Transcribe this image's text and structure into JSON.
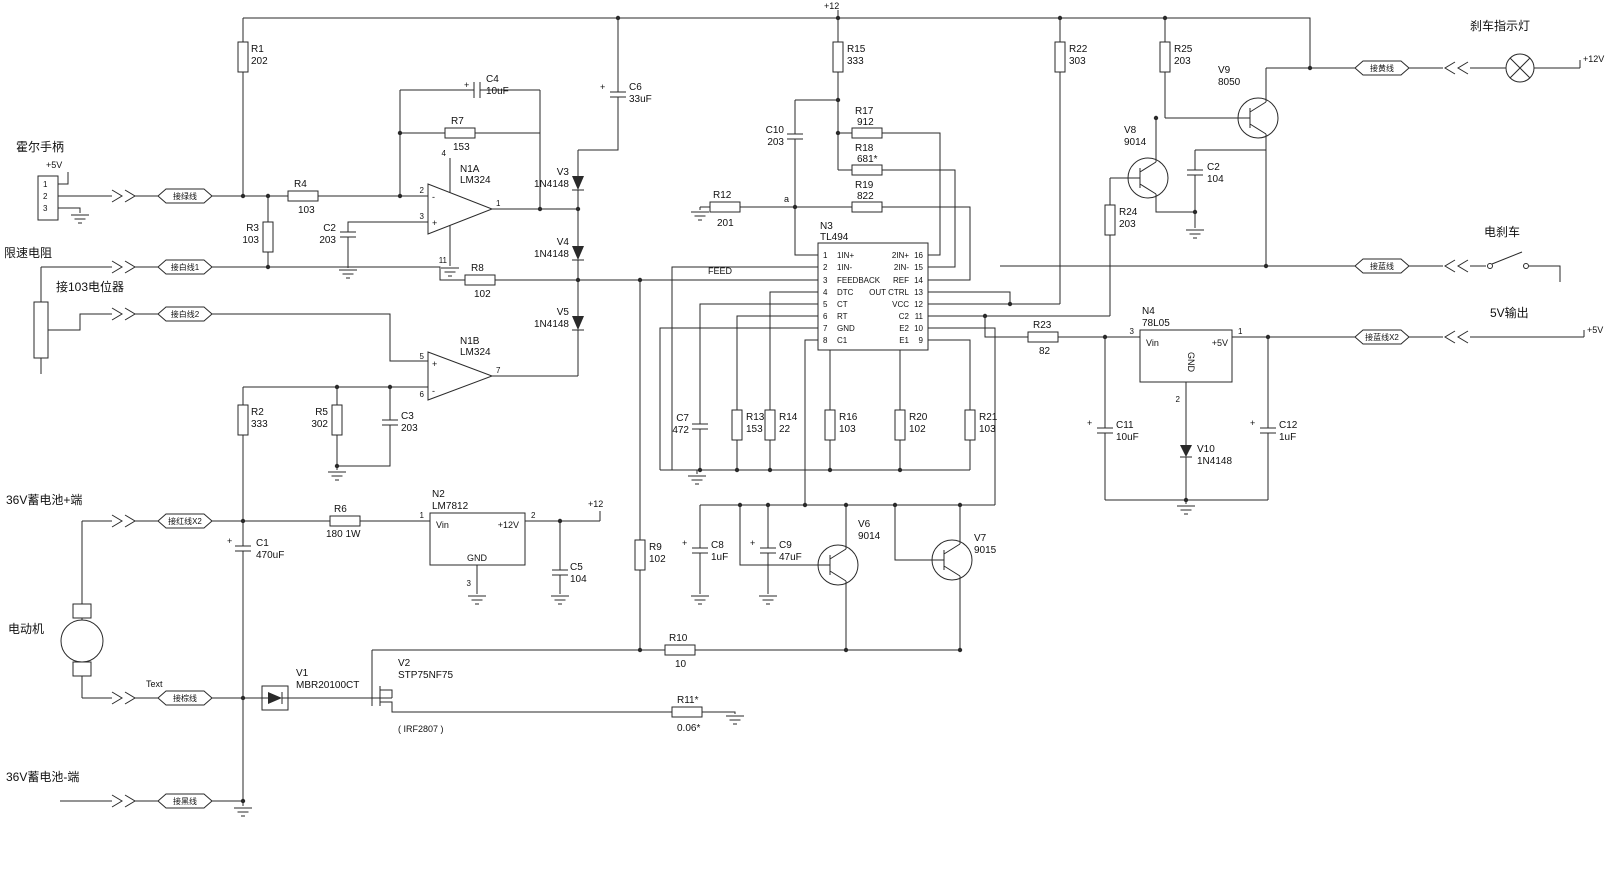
{
  "symbols": {
    "plus": "+",
    "minus": "-"
  },
  "rails": {
    "v12_top": "+12",
    "v12_mid": "+12",
    "v5_hall": "+5V",
    "v12_lamp": "+12V",
    "v5_out_rail": "+5V"
  },
  "net_labels": {
    "feed": "FEED",
    "a": "a",
    "note": "Text",
    "irf": "( IRF2807 )"
  },
  "terminals": {
    "hall": {
      "label": "霍尔手柄",
      "tag": "接绿线"
    },
    "limit": {
      "label": "限速电阻",
      "tag": "接白线1"
    },
    "pot": {
      "label": "接103电位器",
      "tag": "接白线2"
    },
    "bat_plus": {
      "label": "36V蓄电池+端",
      "tag": "接红线X2"
    },
    "motor": {
      "label": "电动机",
      "tag": "接棕线"
    },
    "bat_minus": {
      "label": "36V蓄电池-端",
      "tag": "接黑线"
    },
    "brake_lamp": {
      "label": "刹车指示灯",
      "tag": "接黄线"
    },
    "e_brake": {
      "label": "电刹车",
      "tag": "接蓝线"
    },
    "out5v": {
      "label": "5V输出",
      "tag": "接蓝线X2"
    }
  },
  "connector": {
    "pins": [
      "1",
      "2",
      "3"
    ]
  },
  "resistors": {
    "R1": {
      "ref": "R1",
      "val": "202"
    },
    "R2": {
      "ref": "R2",
      "val": "333"
    },
    "R3": {
      "ref": "R3",
      "val": "103"
    },
    "R4": {
      "ref": "R4",
      "val": "103"
    },
    "R5": {
      "ref": "R5",
      "val": "302"
    },
    "R6": {
      "ref": "R6",
      "val": "180 1W"
    },
    "R7": {
      "ref": "R7",
      "val": "153"
    },
    "R8": {
      "ref": "R8",
      "val": "102"
    },
    "R9": {
      "ref": "R9",
      "val": "102"
    },
    "R10": {
      "ref": "R10",
      "val": "10"
    },
    "R11": {
      "ref": "R11*",
      "val": "0.06*"
    },
    "R12": {
      "ref": "R12",
      "val": "201"
    },
    "R13": {
      "ref": "R13",
      "val": "153"
    },
    "R14": {
      "ref": "R14",
      "val": "22"
    },
    "R15": {
      "ref": "R15",
      "val": "333"
    },
    "R16": {
      "ref": "R16",
      "val": "103"
    },
    "R17": {
      "ref": "R17",
      "val": "912"
    },
    "R18": {
      "ref": "R18",
      "val": "681*"
    },
    "R19": {
      "ref": "R19",
      "val": "822"
    },
    "R20": {
      "ref": "R20",
      "val": "102"
    },
    "R21": {
      "ref": "R21",
      "val": "103"
    },
    "R22": {
      "ref": "R22",
      "val": "303"
    },
    "R23": {
      "ref": "R23",
      "val": "82"
    },
    "R24": {
      "ref": "R24",
      "val": "203"
    },
    "R25": {
      "ref": "R25",
      "val": "203"
    }
  },
  "capacitors": {
    "C1": {
      "ref": "C1",
      "val": "470uF"
    },
    "C2a": {
      "ref": "C2",
      "val": "203"
    },
    "C2b": {
      "ref": "C2",
      "val": "104"
    },
    "C3": {
      "ref": "C3",
      "val": "203"
    },
    "C4": {
      "ref": "C4",
      "val": "10uF"
    },
    "C5": {
      "ref": "C5",
      "val": "104"
    },
    "C6": {
      "ref": "C6",
      "val": "33uF"
    },
    "C7": {
      "ref": "C7",
      "val": "472"
    },
    "C8": {
      "ref": "C8",
      "val": "1uF"
    },
    "C9": {
      "ref": "C9",
      "val": "47uF"
    },
    "C10": {
      "ref": "C10",
      "val": "203"
    },
    "C11": {
      "ref": "C11",
      "val": "10uF"
    },
    "C12": {
      "ref": "C12",
      "val": "1uF"
    }
  },
  "diodes": {
    "V1": {
      "ref": "V1",
      "part": "MBR20100CT"
    },
    "V2": {
      "ref": "V2",
      "part": "STP75NF75"
    },
    "V3": {
      "ref": "V3",
      "part": "1N4148"
    },
    "V4": {
      "ref": "V4",
      "part": "1N4148"
    },
    "V5": {
      "ref": "V5",
      "part": "1N4148"
    },
    "V10": {
      "ref": "V10",
      "part": "1N4148"
    }
  },
  "transistors": {
    "V6": {
      "ref": "V6",
      "part": "9014"
    },
    "V7": {
      "ref": "V7",
      "part": "9015"
    },
    "V8": {
      "ref": "V8",
      "part": "9014"
    },
    "V9": {
      "ref": "V9",
      "part": "8050"
    }
  },
  "ics": {
    "n1a": {
      "ref": "N1A",
      "part": "LM324",
      "p1": "1",
      "p2": "2",
      "p3": "3",
      "p4": "4",
      "p11": "11"
    },
    "n1b": {
      "ref": "N1B",
      "part": "LM324",
      "p5": "5",
      "p6": "6",
      "p7": "7"
    },
    "n2": {
      "ref": "N2",
      "part": "LM7812",
      "vin": "Vin",
      "vout": "+12V",
      "gnd": "GND",
      "pin1": "1",
      "pin2": "2",
      "pin3": "3"
    },
    "n3": {
      "ref": "N3",
      "part": "TL494",
      "left_nums": [
        "1",
        "2",
        "3",
        "4",
        "5",
        "6",
        "7",
        "8"
      ],
      "left_names": [
        "1IN+",
        "1IN-",
        "FEEDBACK",
        "DTC",
        "CT",
        "RT",
        "GND",
        "C1"
      ],
      "right_nums": [
        "16",
        "15",
        "14",
        "13",
        "12",
        "11",
        "10",
        "9"
      ],
      "right_names": [
        "2IN+",
        "2IN-",
        "REF",
        "OUT CTRL",
        "VCC",
        "C2",
        "E2",
        "E1"
      ]
    },
    "n4": {
      "ref": "N4",
      "part": "78L05",
      "vin": "Vin",
      "vout": "+5V",
      "gnd": "GND",
      "pin1": "1",
      "pin2": "2",
      "pin3": "3"
    }
  }
}
